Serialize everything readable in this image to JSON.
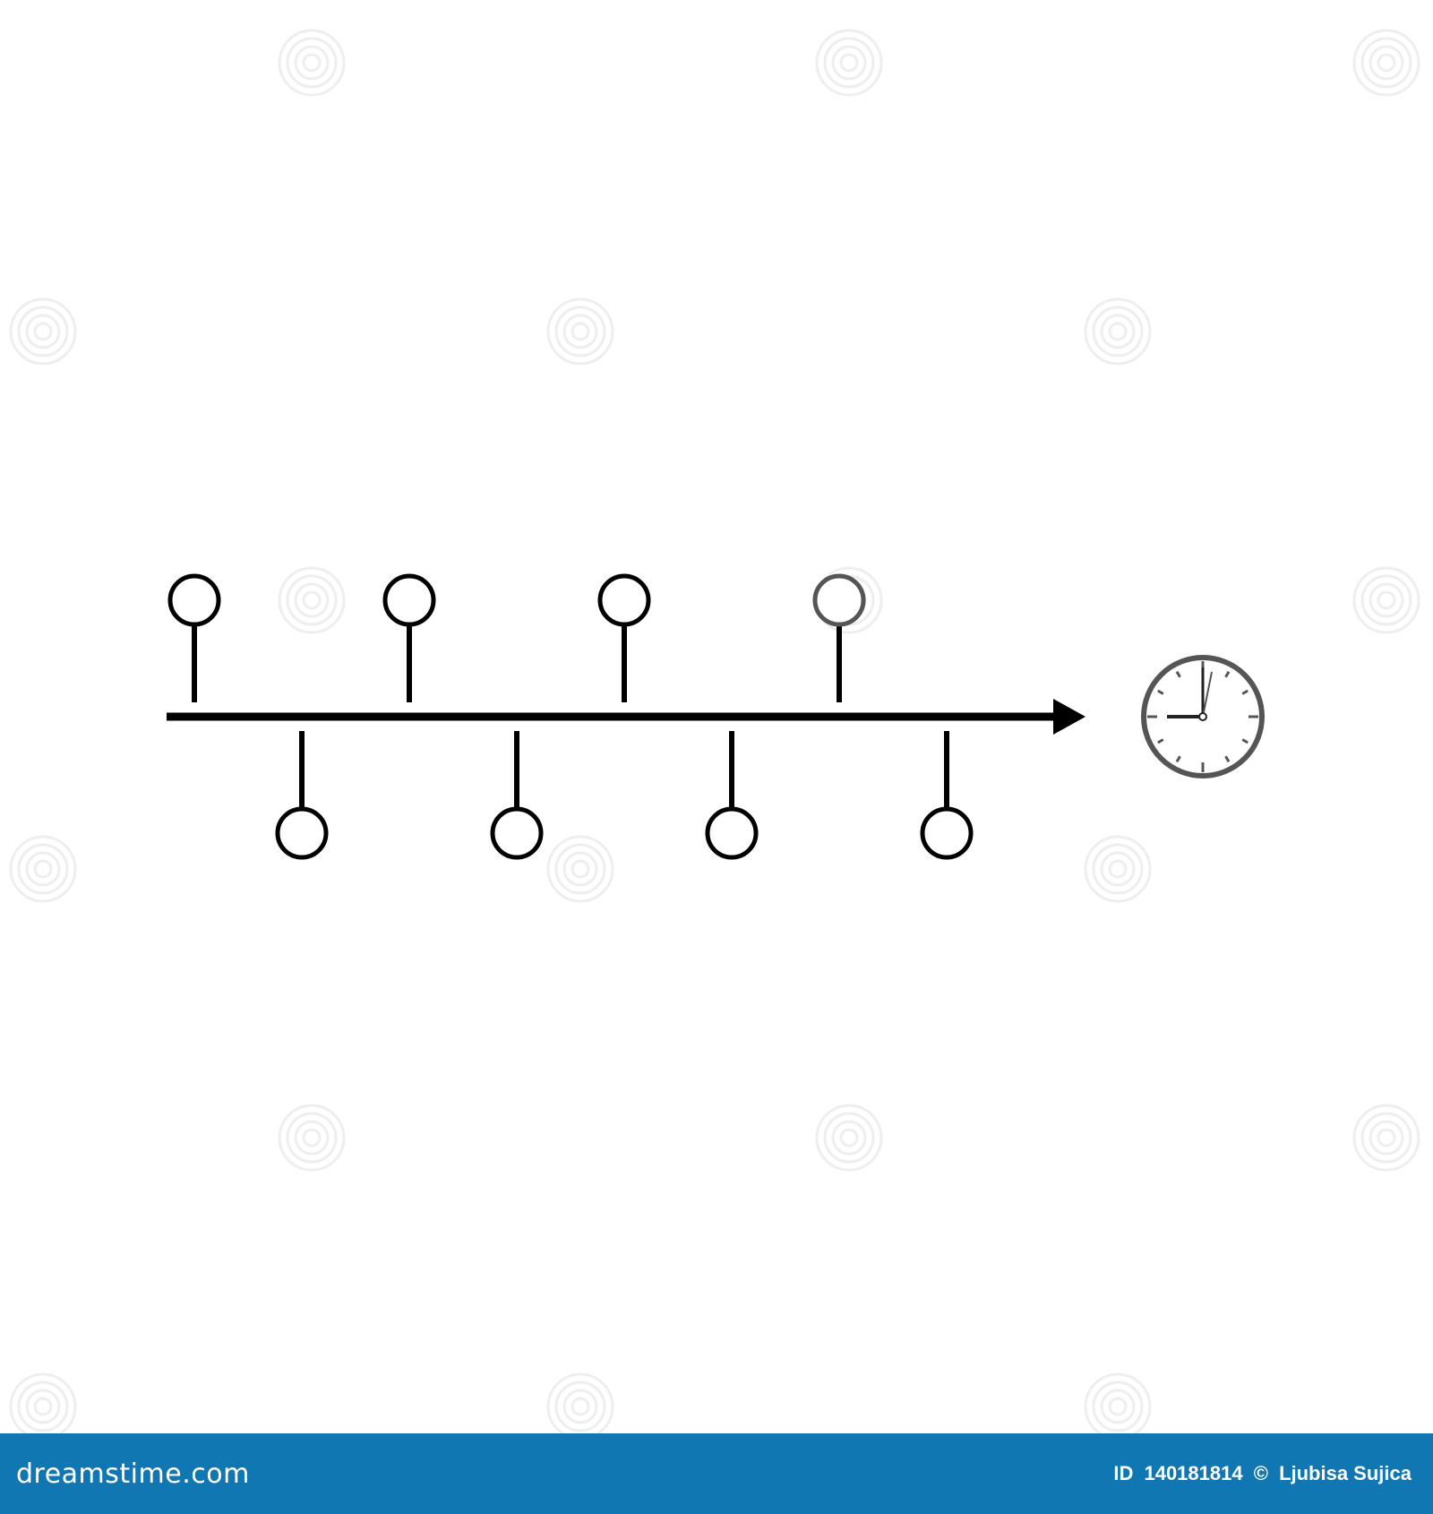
{
  "colors": {
    "line": "#000000",
    "grey_node": "#555555",
    "clock": "#555555",
    "footer_bg": "#1077b3",
    "watermark": "#eeeeee"
  },
  "diagram": {
    "type": "timeline",
    "nodes": [
      {
        "side": "top",
        "style": "black"
      },
      {
        "side": "bottom",
        "style": "black"
      },
      {
        "side": "top",
        "style": "black"
      },
      {
        "side": "bottom",
        "style": "black"
      },
      {
        "side": "top",
        "style": "black"
      },
      {
        "side": "bottom",
        "style": "black"
      },
      {
        "side": "top",
        "style": "grey"
      },
      {
        "side": "bottom",
        "style": "black"
      }
    ],
    "end_icon": "clock-icon",
    "clock_time": "9:00"
  },
  "footer": {
    "logo": "dreamstime.com",
    "id_label": "ID",
    "id": "140181814",
    "copyright": "©",
    "author": "Ljubisa Sujica"
  }
}
